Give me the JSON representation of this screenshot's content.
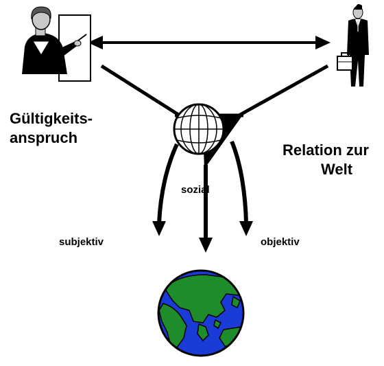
{
  "labels": {
    "claim_line1": "Gültigkeits-",
    "claim_line2": "anspruch",
    "relation_line1": "Relation zur",
    "relation_line2": "Welt",
    "social": "sozial",
    "subjective": "subjektiv",
    "objective": "objektiv"
  },
  "icons": {
    "teacher": "teacher-at-board-icon",
    "businessman": "businessman-with-briefcase-icon",
    "small_globe": "wireframe-globe-icon",
    "earth": "earth-globe-icon"
  },
  "colors": {
    "ink": "#000000",
    "ocean": "#1a3bd6",
    "land": "#1e8c2a",
    "skin": "#c9c9c9"
  }
}
